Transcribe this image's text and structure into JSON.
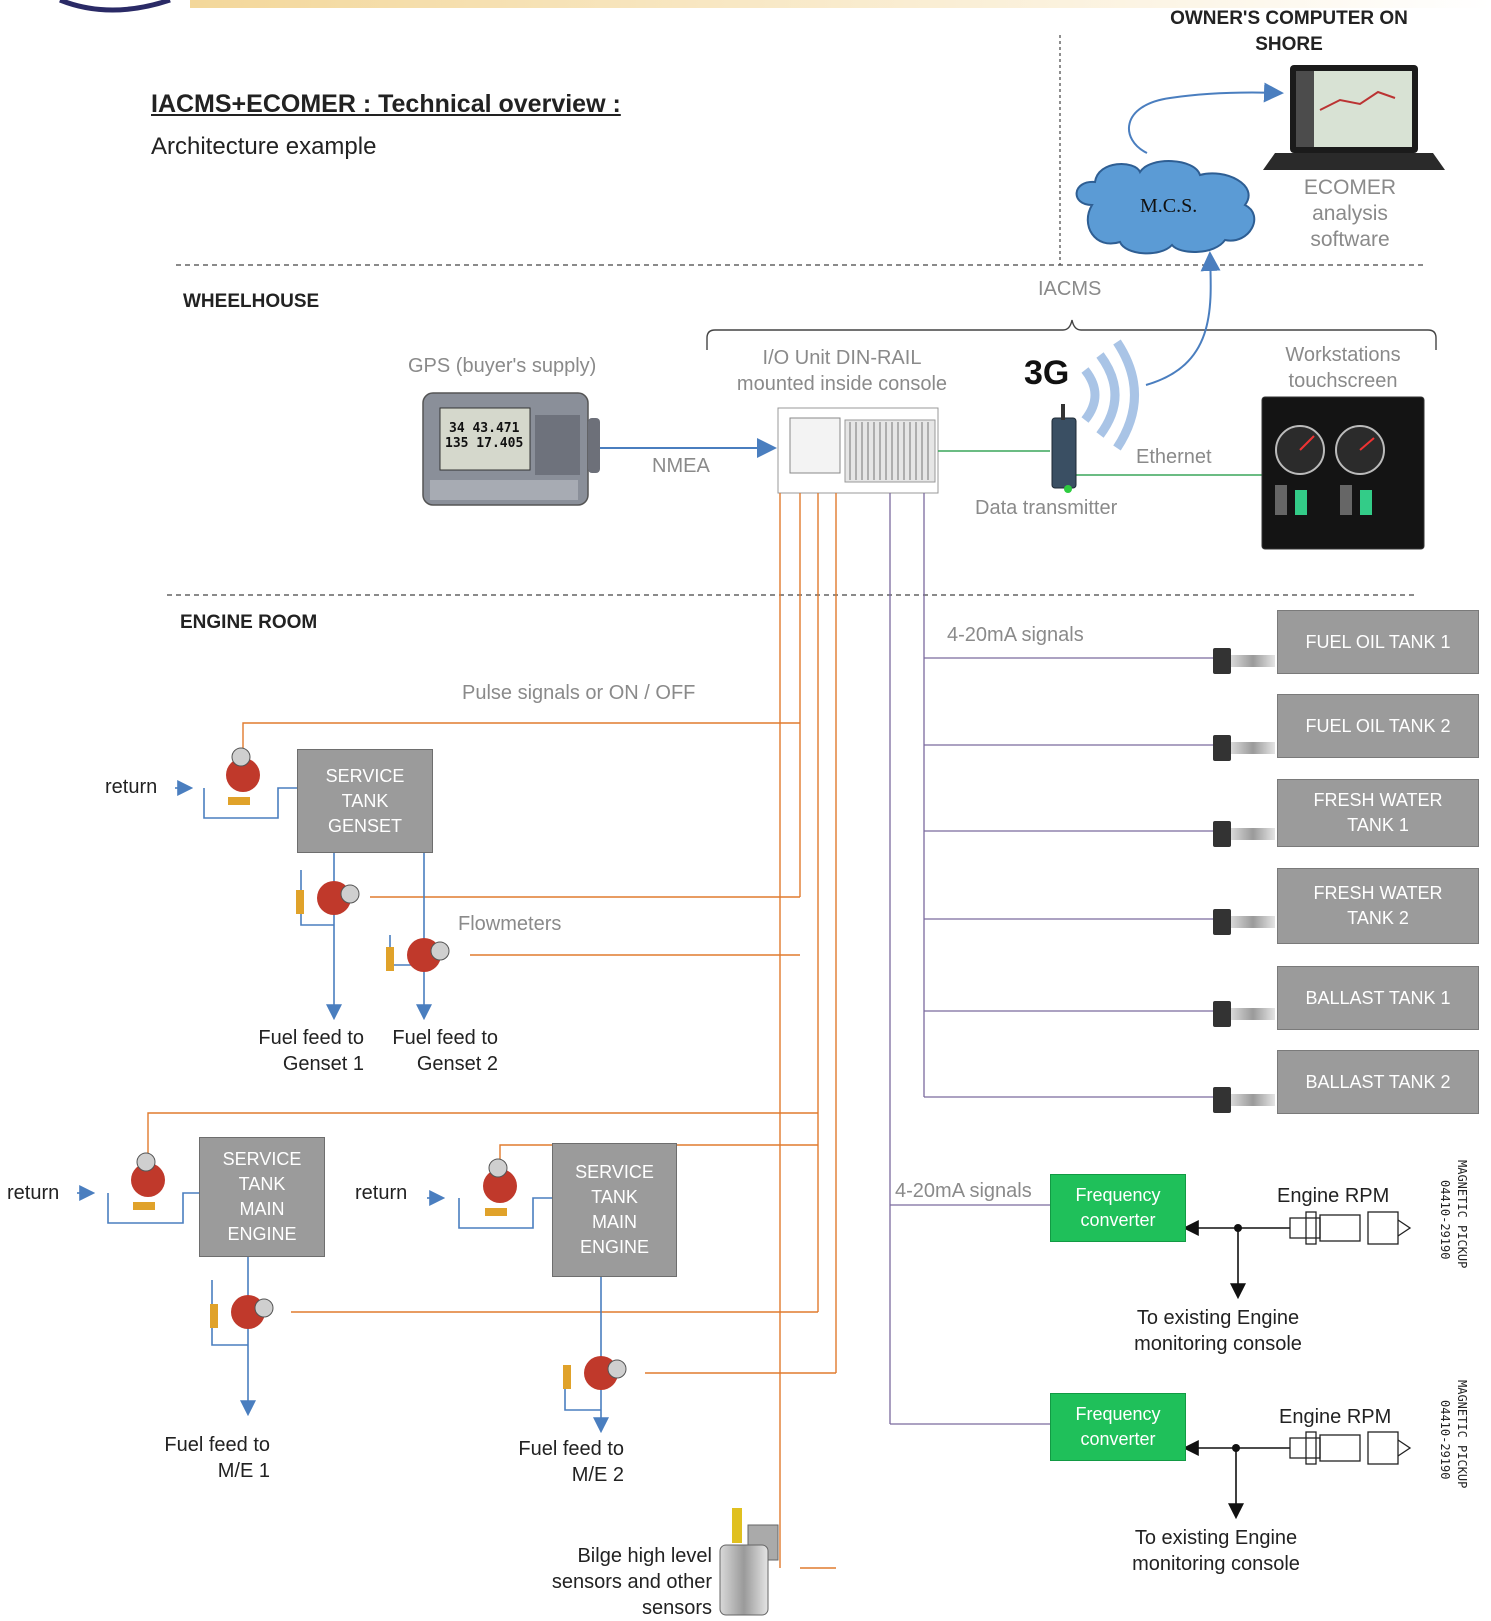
{
  "header": {
    "title": "IACMS+ECOMER : Technical overview :",
    "subtitle": "Architecture example",
    "owner_label": "OWNER'S COMPUTER ON\nSHORE"
  },
  "sections": {
    "wheelhouse": "WHEELHOUSE",
    "engine_room": "ENGINE ROOM"
  },
  "shore": {
    "cloud_label": "M.C.S.",
    "software_label": "ECOMER\nanalysis\nsoftware"
  },
  "wheelhouse": {
    "iacms_label": "IACMS",
    "gps_label": "GPS (buyer's supply)",
    "gps_screen": [
      "34 43.471",
      "135 17.405"
    ],
    "nmea_label": "NMEA",
    "io_unit_label": "I/O Unit DIN-RAIL\nmounted inside console",
    "signal_3g": "3G",
    "transmitter_label": "Data transmitter",
    "ethernet_label": "Ethernet",
    "workstations_label": "Workstations\ntouchscreen"
  },
  "engine_room": {
    "signals_420_top": "4-20mA signals",
    "signals_420_bottom": "4-20mA signals",
    "pulse_label": "Pulse signals or ON / OFF",
    "flowmeters_label": "Flowmeters",
    "return_label": "return",
    "service_tank_genset": "SERVICE\nTANK\nGENSET",
    "service_tank_main_1": "SERVICE\nTANK\nMAIN\nENGINE",
    "service_tank_main_2": "SERVICE\nTANK\nMAIN\nENGINE",
    "feed_genset_1": "Fuel feed to\nGenset 1",
    "feed_genset_2": "Fuel feed to\nGenset 2",
    "feed_me_1": "Fuel feed to\nM/E 1",
    "feed_me_2": "Fuel feed to\nM/E 2",
    "bilge_label": "Bilge high level\nsensors and other\nsensors",
    "tanks": [
      "FUEL OIL TANK 1",
      "FUEL OIL TANK 2",
      "FRESH WATER\nTANK 1",
      "FRESH WATER\nTANK 2",
      "BALLAST TANK 1",
      "BALLAST TANK 2"
    ],
    "freq_converter": "Frequency\nconverter",
    "engine_rpm": "Engine RPM",
    "existing_console": "To existing Engine\nmonitoring console",
    "pickup_label": "MAGNETIC PICKUP",
    "pickup_code": "04410-29190"
  },
  "colors": {
    "orange": "#e07b2e",
    "purple": "#7b6a9e",
    "blue": "#4a7ebf",
    "green_line": "#3aa55a",
    "tank_gray": "#9b9b9b",
    "converter_green": "#1fc05a"
  }
}
